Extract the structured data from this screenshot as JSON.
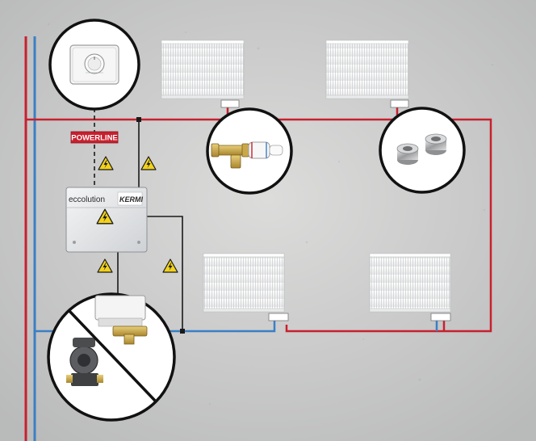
{
  "labels": {
    "powerline": "POWERLINE",
    "controller_brand": "eccolution",
    "controller_maker": "KERMI"
  },
  "colors": {
    "supply_pipe": "#c8202e",
    "return_pipe": "#3a7fc6",
    "signal_line": "#1a1a1a",
    "powerline_badge": "#c8202e",
    "warning_yellow": "#f2d21b",
    "wall": "#cfd0cf"
  },
  "icons": [
    "room-thermostat-icon",
    "thermostatic-valve-icon",
    "valve-fittings-icon",
    "pump-crossed-out-icon",
    "high-voltage-warning-icon",
    "radiator-icon"
  ]
}
